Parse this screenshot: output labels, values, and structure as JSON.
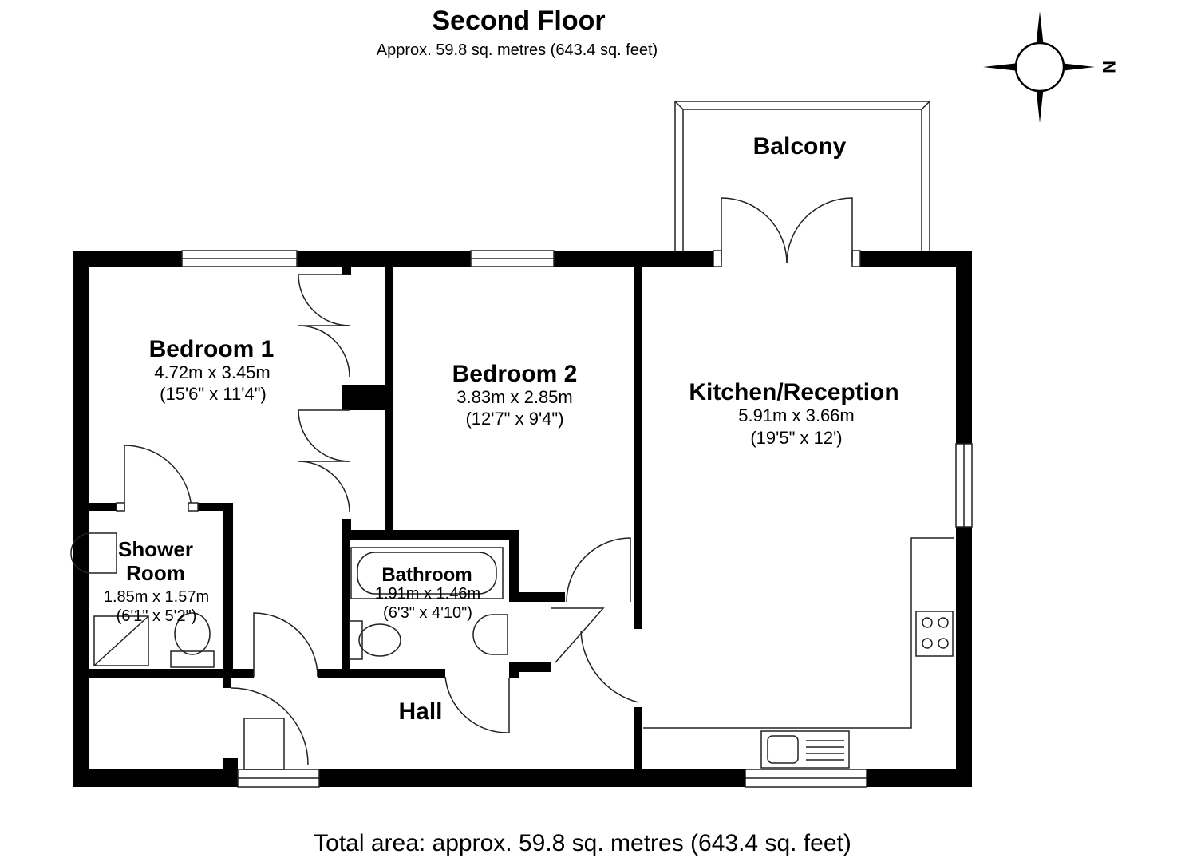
{
  "header": {
    "title": "Second Floor",
    "subtitle": "Approx. 59.8 sq. metres (643.4 sq. feet)"
  },
  "compass": {
    "label": "N"
  },
  "rooms": {
    "balcony": {
      "name": "Balcony"
    },
    "bedroom1": {
      "name": "Bedroom 1",
      "dim_m": "4.72m x 3.45m",
      "dim_ft": "(15'6\" x 11'4\")"
    },
    "bedroom2": {
      "name": "Bedroom 2",
      "dim_m": "3.83m x 2.85m",
      "dim_ft": "(12'7\" x 9'4\")"
    },
    "kitchen": {
      "name": "Kitchen/Reception",
      "dim_m": "5.91m x 3.66m",
      "dim_ft": "(19'5\" x 12')"
    },
    "shower": {
      "name_line1": "Shower",
      "name_line2": "Room",
      "dim_m": "1.85m x 1.57m",
      "dim_ft": "(6'1\" x 5'2\")"
    },
    "bathroom": {
      "name": "Bathroom",
      "dim_m": "1.91m x 1.46m",
      "dim_ft": "(6'3\" x 4'10\")"
    },
    "hall": {
      "name": "Hall"
    }
  },
  "footer": {
    "total": "Total area: approx. 59.8 sq. metres (643.4 sq. feet)"
  }
}
